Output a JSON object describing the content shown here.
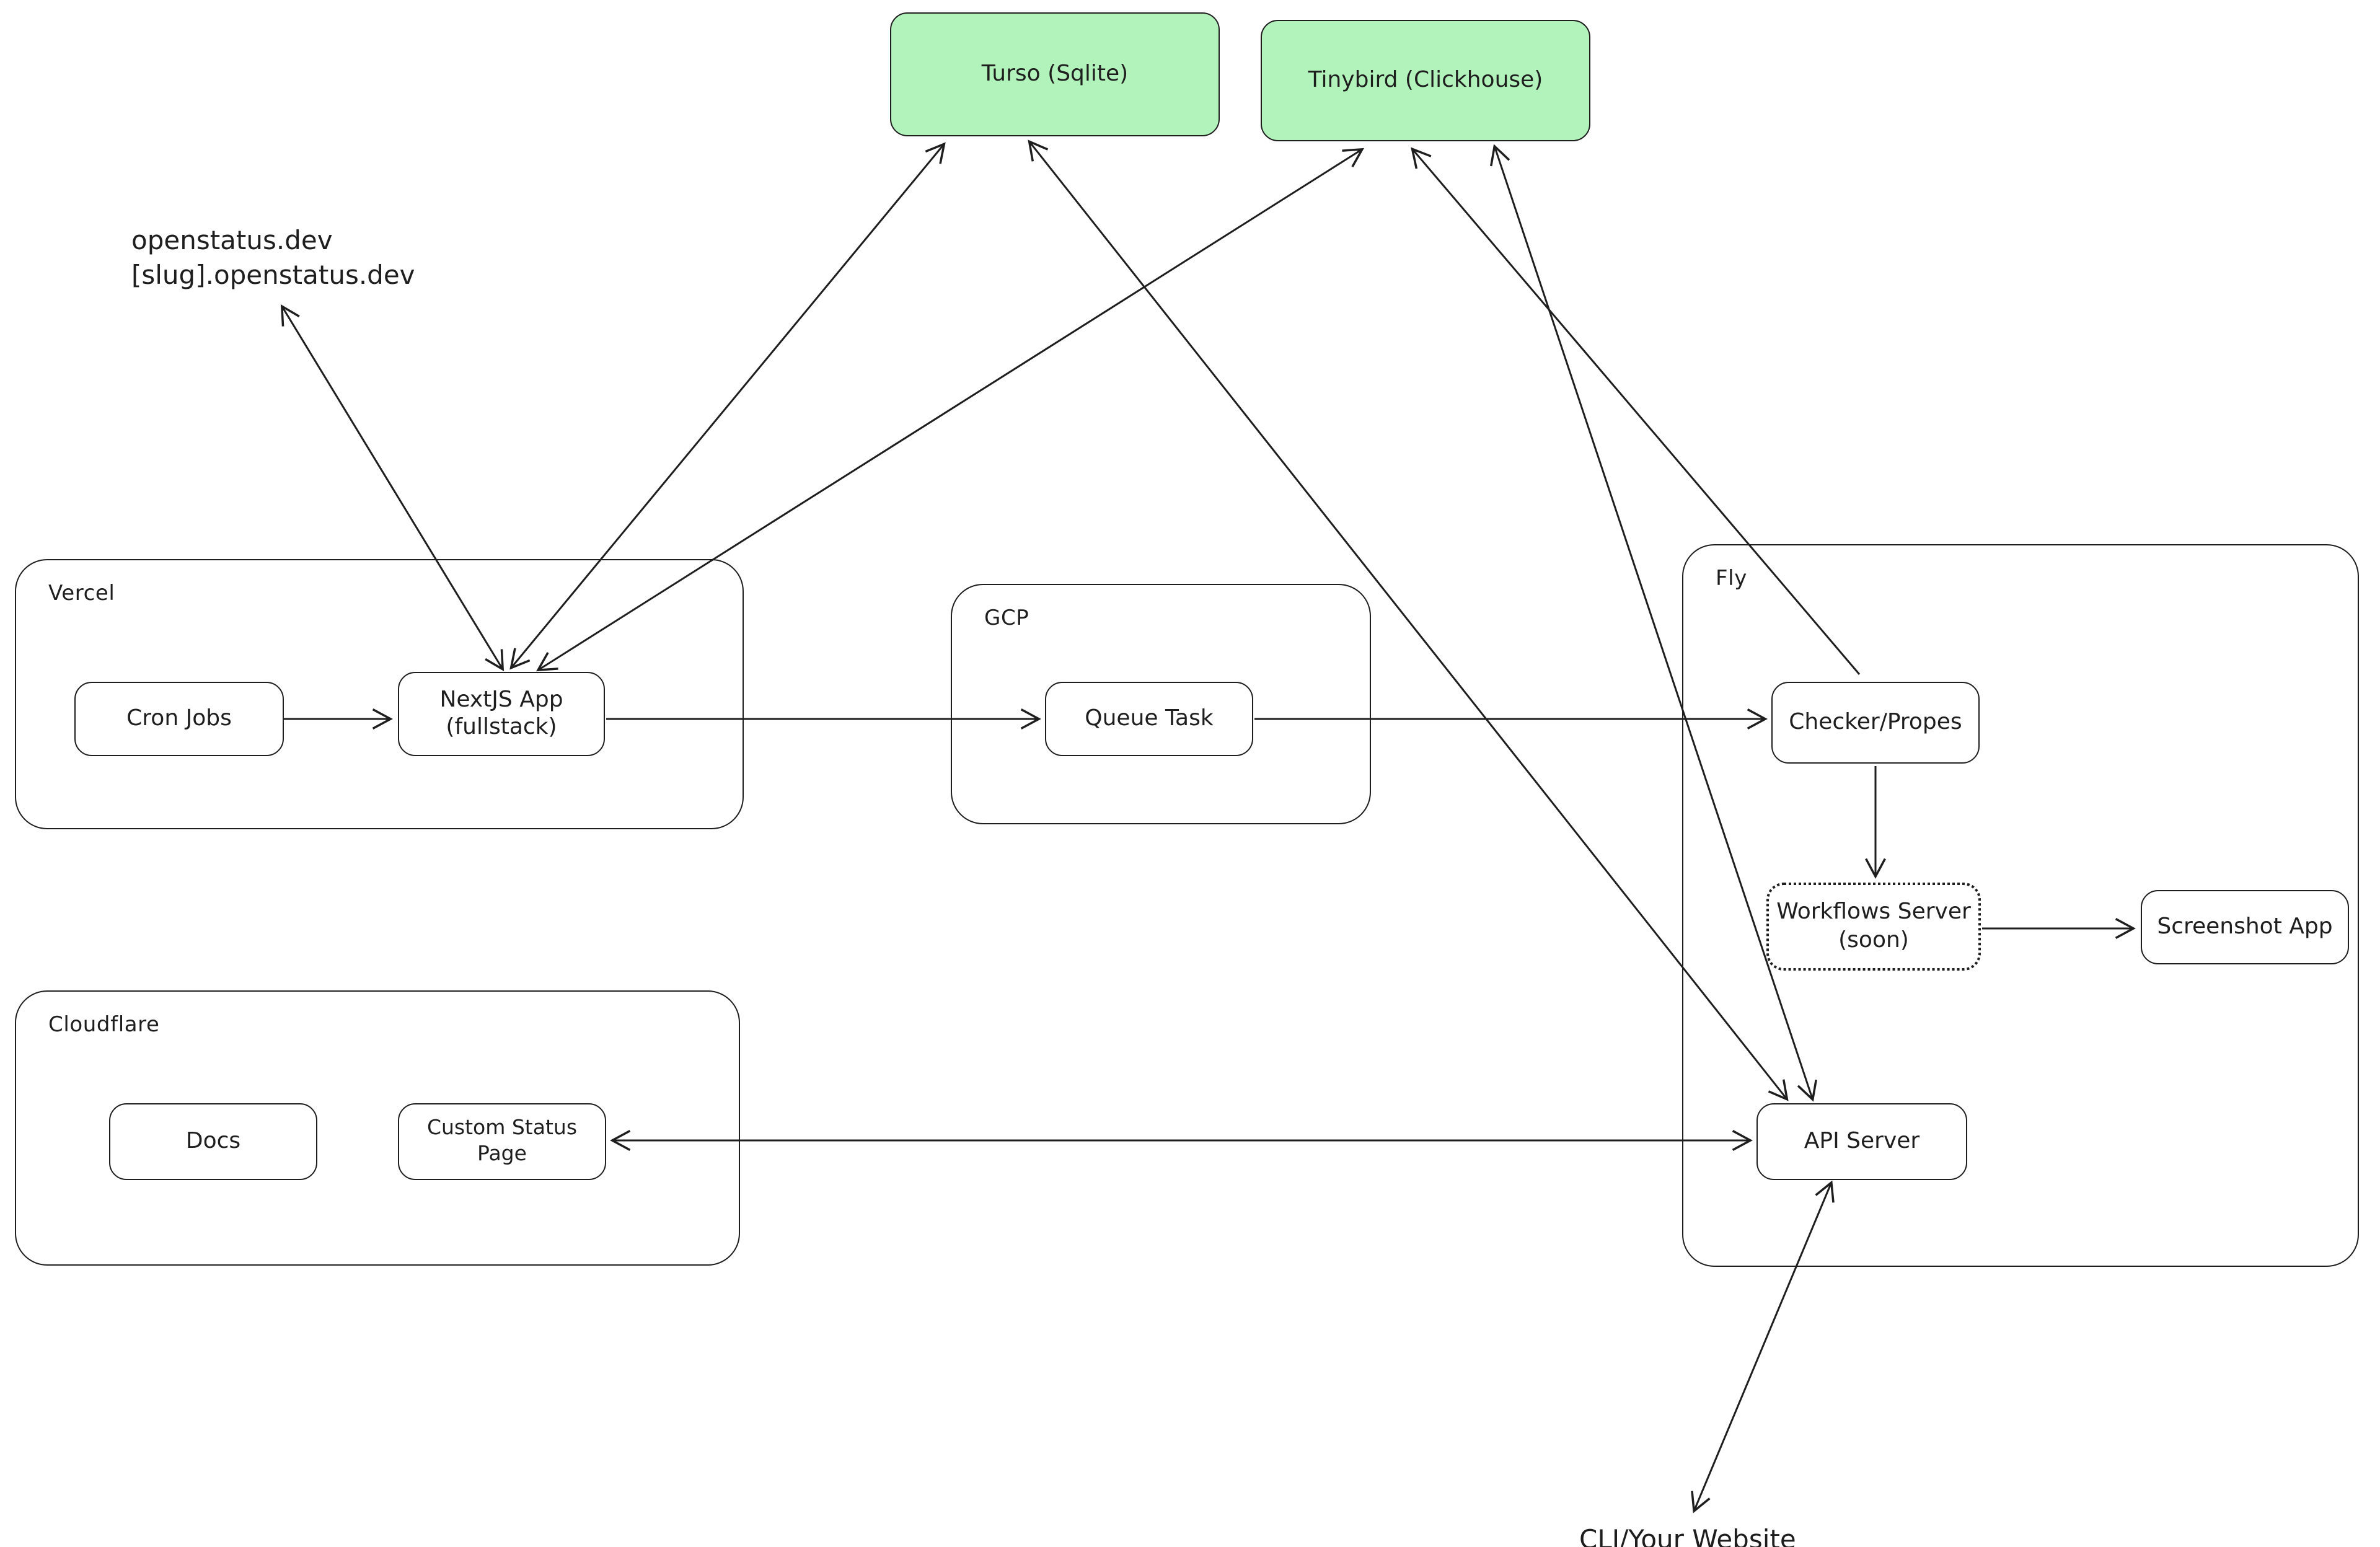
{
  "diagram": {
    "groups": {
      "vercel": {
        "label": "Vercel"
      },
      "gcp": {
        "label": "GCP"
      },
      "cloudflare": {
        "label": "Cloudflare"
      },
      "fly": {
        "label": "Fly"
      }
    },
    "nodes": {
      "turso": {
        "label": "Turso (Sqlite)"
      },
      "tinybird": {
        "label": "Tinybird (Clickhouse)"
      },
      "cron_jobs": {
        "label": "Cron Jobs"
      },
      "nextjs": {
        "line1": "NextJS App",
        "line2": "(fullstack)"
      },
      "queue_task": {
        "label": "Queue Task"
      },
      "checker": {
        "label": "Checker/Propes"
      },
      "workflows": {
        "line1": "Workflows Server",
        "line2": "(soon)"
      },
      "screenshot": {
        "label": "Screenshot App"
      },
      "api_server": {
        "label": "API Server"
      },
      "docs": {
        "label": "Docs"
      },
      "status_page": {
        "label": "Custom Status Page"
      }
    },
    "labels": {
      "domains_line1": "openstatus.dev",
      "domains_line2": "[slug].openstatus.dev",
      "cli": "CLI/Your Website"
    },
    "colors": {
      "green_fill": "#b2f2bb",
      "stroke": "#1e1e1e",
      "background": "#ffffff"
    }
  }
}
